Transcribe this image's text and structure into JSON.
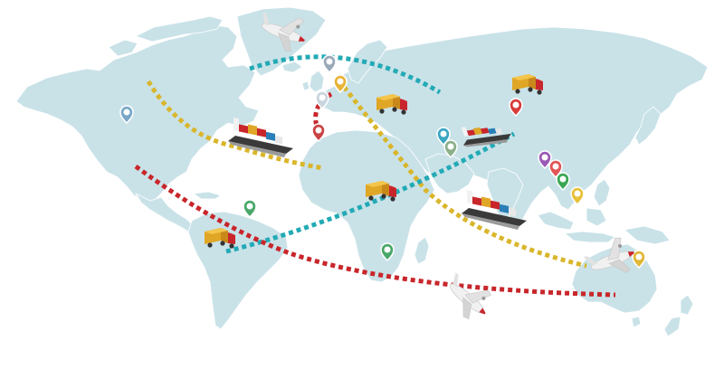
{
  "map": {
    "land_color": "#c9e2e8",
    "background_color": "#ffffff",
    "route_colors": {
      "yellow": "#d9b62b",
      "teal": "#22aab5",
      "red": "#c8262b"
    },
    "routes": [
      {
        "id": "route-yellow-north-america-europe",
        "color": "yellow"
      },
      {
        "id": "route-yellow-europe-australia",
        "color": "yellow"
      },
      {
        "id": "route-teal-greenland-russia",
        "color": "teal"
      },
      {
        "id": "route-teal-south-america-china",
        "color": "teal"
      },
      {
        "id": "route-red-america-australia",
        "color": "red"
      },
      {
        "id": "route-red-uk-spain",
        "color": "red"
      }
    ],
    "vehicles": [
      {
        "id": "cargo-plane",
        "icon": "cargo-plane-icon"
      },
      {
        "id": "cargo-truck",
        "icon": "cargo-truck-icon"
      },
      {
        "id": "container-ship",
        "icon": "container-ship-icon"
      }
    ],
    "location_pins": [
      {
        "id": "pin-canada",
        "color": "#7aa7c7"
      },
      {
        "id": "pin-uk",
        "color": "#9aa9b8"
      },
      {
        "id": "pin-belgium",
        "color": "#e8b437"
      },
      {
        "id": "pin-netherlands",
        "color": "#c8d4de"
      },
      {
        "id": "pin-spain",
        "color": "#c94444"
      },
      {
        "id": "pin-turkey",
        "color": "#3aa6c4"
      },
      {
        "id": "pin-uae",
        "color": "#8ab08a"
      },
      {
        "id": "pin-china",
        "color": "#d83c3c"
      },
      {
        "id": "pin-thailand",
        "color": "#9b59b6"
      },
      {
        "id": "pin-vietnam",
        "color": "#3aa655"
      },
      {
        "id": "pin-philippines",
        "color": "#e8c13a"
      },
      {
        "id": "pin-brazil",
        "color": "#4aa86a"
      },
      {
        "id": "pin-zambia",
        "color": "#4aa86a"
      },
      {
        "id": "pin-australia",
        "color": "#e0b83a"
      },
      {
        "id": "pin-south-asia",
        "color": "#e25555"
      }
    ]
  }
}
